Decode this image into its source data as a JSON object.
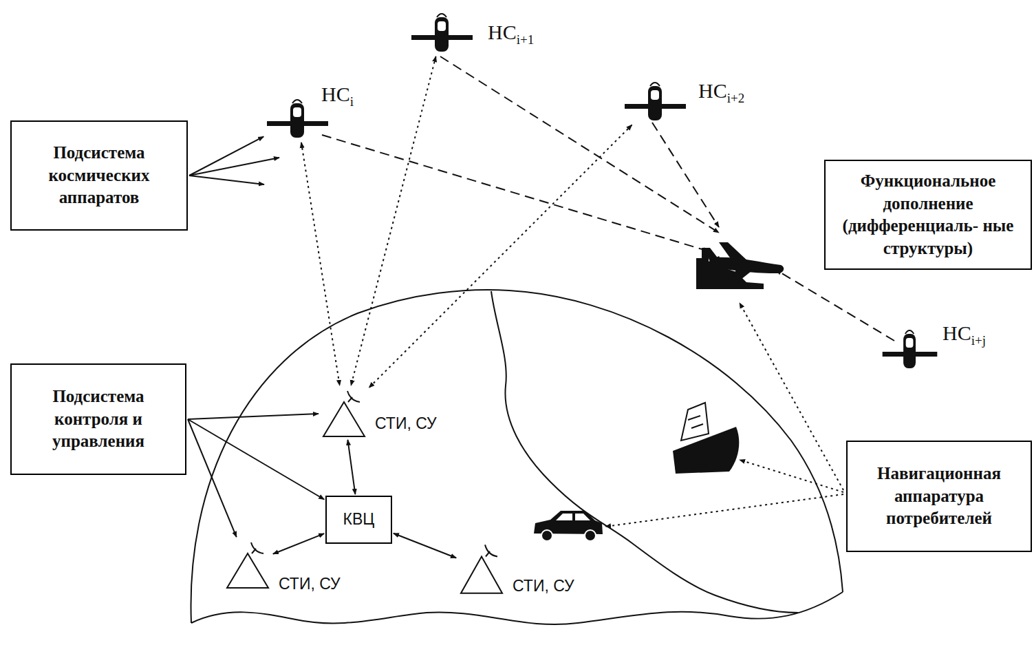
{
  "diagram": {
    "nodes": [
      {
        "text": [
          "Подсистема космических аппаратов"
        ]
      },
      {
        "text": [
          "НСi"
        ]
      },
      {
        "text": [
          "НСi+1"
        ]
      },
      {
        "text": [
          "НСi+2"
        ]
      },
      {
        "text": [
          "НСi+j"
        ]
      },
      {
        "text": [
          "Функциональное дополнение (дифференциаль- ные структуры)"
        ]
      },
      {
        "text": [
          "Подсистема контроля и управления"
        ]
      },
      {
        "text": [
          "СТИ, СУ"
        ]
      },
      {
        "text": [
          "КВЦ"
        ]
      },
      {
        "text": [
          "СТИ, СУ"
        ]
      },
      {
        "text": [
          "СТИ, СУ"
        ]
      },
      {
        "text": [
          "Навигационная аппаратура потребителей"
        ]
      }
    ],
    "edges": [
      {
        "from": 0,
        "to": 1,
        "arrow": "to"
      },
      {
        "from": 6,
        "to": 7,
        "arrow": "to"
      },
      {
        "from": 6,
        "to": 8,
        "arrow": "to"
      },
      {
        "from": 6,
        "to": 9,
        "arrow": "to"
      },
      {
        "from": 7,
        "to": 8,
        "arrow": "both"
      },
      {
        "from": 9,
        "to": 8,
        "arrow": "both"
      },
      {
        "from": 10,
        "to": 8,
        "arrow": "both"
      },
      {
        "from": 1,
        "to": 7,
        "arrow": "both"
      },
      {
        "from": 2,
        "to": 7,
        "arrow": "both"
      },
      {
        "from": 3,
        "to": 7,
        "arrow": "both"
      }
    ]
  }
}
